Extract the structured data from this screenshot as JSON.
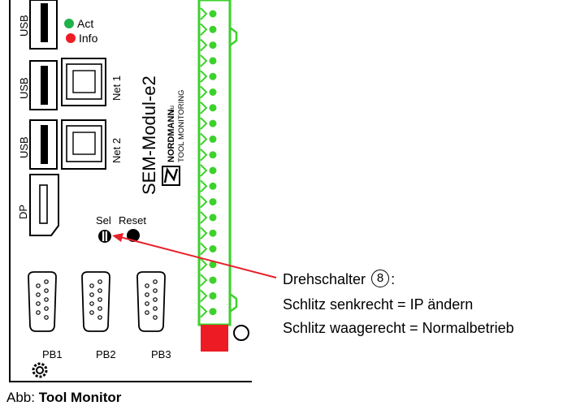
{
  "device": {
    "labels": {
      "usb1": "USB",
      "usb2": "USB",
      "usb3": "USB",
      "dp": "DP",
      "net1": "Net 1",
      "net2": "Net 2",
      "act": "Act",
      "info": "Info",
      "sel": "Sel",
      "reset": "Reset",
      "pb1": "PB1",
      "pb2": "PB2",
      "pb3": "PB3",
      "module": "SEM-Modul-e2",
      "brand": "NORDMANN",
      "brand_suffix": "eu",
      "brand_tagline": "TOOL MONITORING"
    },
    "colors": {
      "act_led": "#20b14a",
      "info_led": "#ee1c25",
      "terminal_green": "#3dd12c",
      "terminal_red": "#ed1c24",
      "arrow": "#e8202a"
    }
  },
  "callout": {
    "title_prefix": "Drehschalter",
    "title_number": "8",
    "title_suffix": ":",
    "line2": "Schlitz senkrecht = IP ändern",
    "line3": "Schlitz waagerecht = Normalbetrieb"
  },
  "caption": {
    "prefix": "Abb: ",
    "bold": "Tool Monitor"
  }
}
